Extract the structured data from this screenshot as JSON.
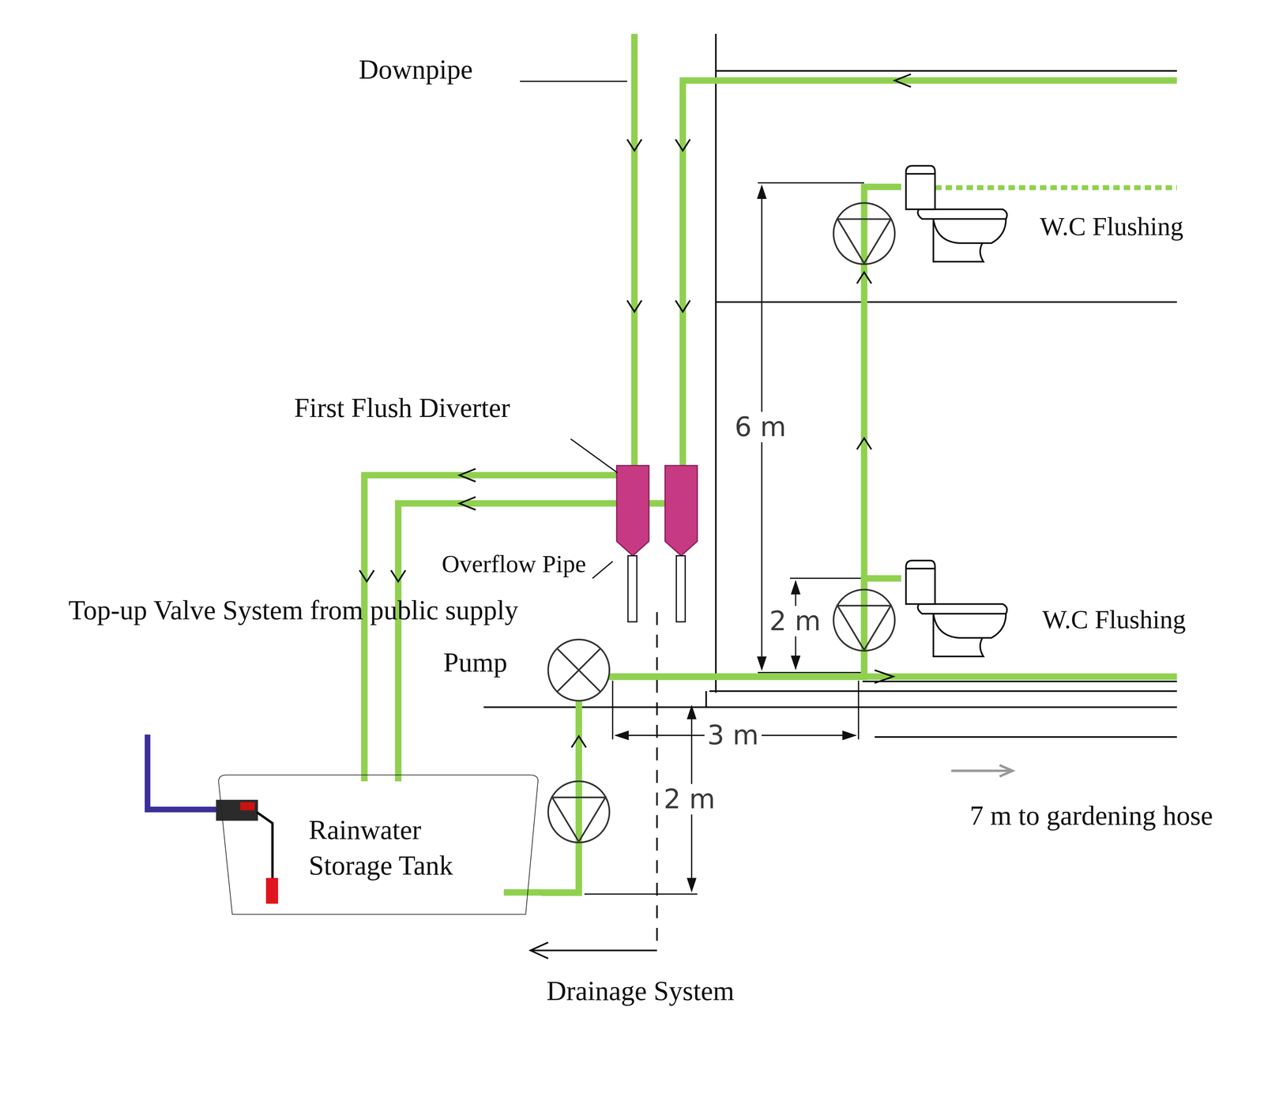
{
  "diagram": {
    "nodes": [
      {
        "text": [
          "W.C Flushing"
        ]
      },
      {
        "text": [
          "W.C Flushing"
        ]
      },
      {
        "text": [
          "Rainwater Storage Tank"
        ]
      }
    ],
    "edges": [
      {
        "from": 2,
        "to": 0,
        "arrow": "none"
      },
      {
        "from": 2,
        "to": 1,
        "arrow": "none"
      }
    ],
    "labels": [
      "Downpipe",
      "First Flush Diverter",
      "Overflow Pipe",
      "Top-up Valve System from public supply",
      "Pump",
      "6 m",
      "2 m",
      "3 m",
      "2 m",
      "7 m to gardening hose",
      "Drainage System"
    ]
  }
}
